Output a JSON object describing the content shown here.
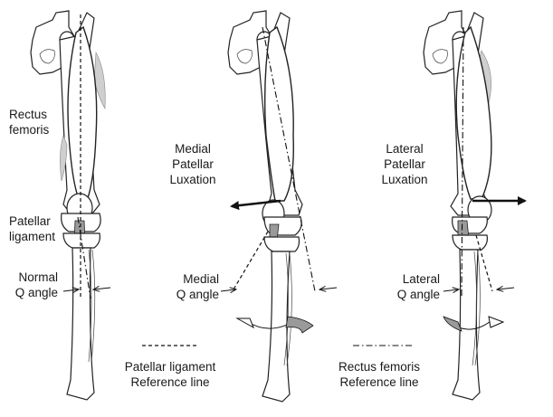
{
  "labels": {
    "rectus_femoris": [
      "Rectus",
      "femoris"
    ],
    "patellar_ligament": [
      "Patellar",
      "ligament"
    ],
    "normal_q_angle": [
      "Normal",
      "Q angle"
    ],
    "medial_luxation": [
      "Medial",
      "Patellar",
      "Luxation"
    ],
    "medial_q_angle": [
      "Medial",
      "Q angle"
    ],
    "lateral_luxation": [
      "Lateral",
      "Patellar",
      "Luxation"
    ],
    "lateral_q_angle": [
      "Lateral",
      "Q angle"
    ]
  },
  "legend": {
    "patellar_ligament_ref": [
      "Patellar ligament",
      "Reference line"
    ],
    "rectus_femoris_ref": [
      "Rectus femoris",
      "Reference line"
    ]
  }
}
